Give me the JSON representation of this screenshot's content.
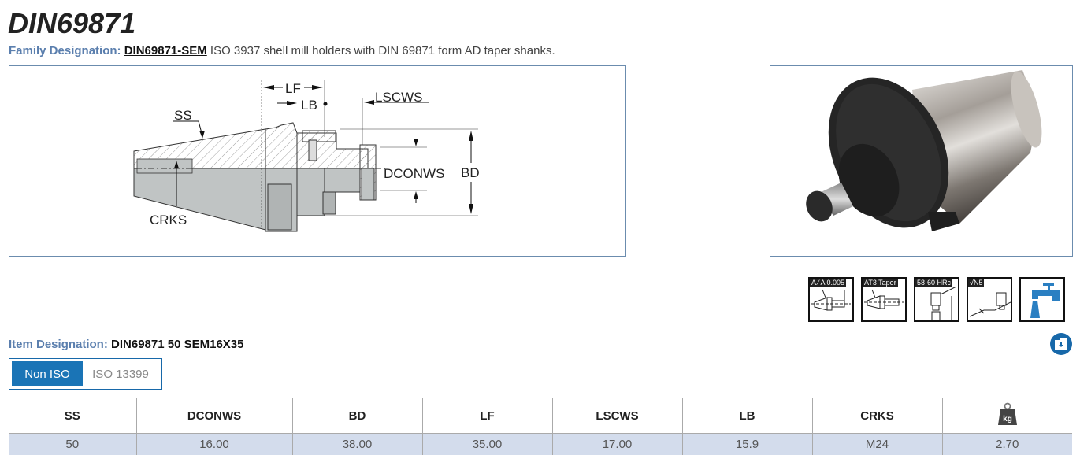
{
  "header": {
    "title": "DIN69871",
    "family_label": "Family Designation:",
    "family_link": "DIN69871-SEM",
    "family_description": "ISO 3937 shell mill holders with DIN 69871 form AD taper shanks."
  },
  "drawing": {
    "labels": {
      "ss": "SS",
      "lf": "LF",
      "lb": "LB",
      "lscws": "LSCWS",
      "dconws": "DCONWS",
      "bd": "BD",
      "crks": "CRKS"
    }
  },
  "feature_icons": [
    {
      "name": "runout-icon",
      "tag": "A ⁄ A 0.005"
    },
    {
      "name": "taper-icon",
      "tag": "AT3 Taper"
    },
    {
      "name": "hardness-icon",
      "tag": "58-60 HRc"
    },
    {
      "name": "surface-finish-icon",
      "tag": "√N5"
    },
    {
      "name": "coolant-icon",
      "tag": ""
    }
  ],
  "item": {
    "label": "Item Designation:",
    "value": "DIN69871 50 SEM16X35"
  },
  "standard_toggle": {
    "options": [
      "Non ISO",
      "ISO 13399"
    ],
    "selected": "Non ISO"
  },
  "table": {
    "headers": [
      "SS",
      "DCONWS",
      "BD",
      "LF",
      "LSCWS",
      "LB",
      "CRKS"
    ],
    "weight_icon_text": "kg",
    "rows": [
      [
        "50",
        "16.00",
        "38.00",
        "35.00",
        "17.00",
        "15.9",
        "M24",
        "2.70"
      ]
    ]
  },
  "colors": {
    "accent": "#1a74b6",
    "label": "#5b7fae",
    "row_bg": "#d3dcec",
    "frame": "#6b8cae"
  }
}
